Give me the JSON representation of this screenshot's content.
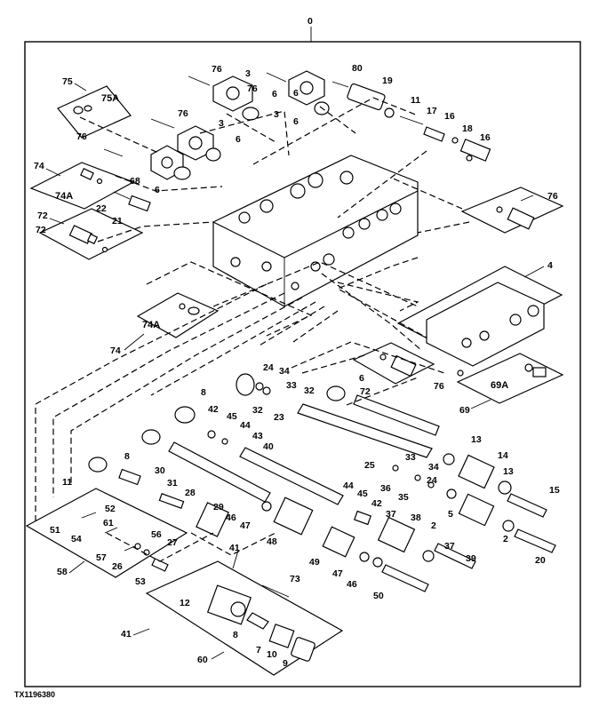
{
  "figure_ref": "TX1196380",
  "assembly_label": "0",
  "callouts": {
    "c0": "0",
    "c2a": "2",
    "c2b": "2",
    "c3a": "3",
    "c3b": "3",
    "c3c": "3",
    "c4": "4",
    "c5": "5",
    "c6a": "6",
    "c6b": "6",
    "c6c": "6",
    "c6d": "6",
    "c6e": "6",
    "c6f": "6",
    "c7": "7",
    "c8a": "8",
    "c8b": "8",
    "c8c": "8",
    "c9": "9",
    "c10": "10",
    "c11a": "11",
    "c11b": "11",
    "c12": "12",
    "c13a": "13",
    "c13b": "13",
    "c14": "14",
    "c15": "15",
    "c16a": "16",
    "c16b": "16",
    "c17": "17",
    "c18": "18",
    "c19": "19",
    "c20": "20",
    "c21": "21",
    "c22": "22",
    "c23": "23",
    "c24a": "24",
    "c24b": "24",
    "c25": "25",
    "c26": "26",
    "c27": "27",
    "c28": "28",
    "c29": "29",
    "c30": "30",
    "c31": "31",
    "c32a": "32",
    "c32b": "32",
    "c33a": "33",
    "c33b": "33",
    "c34a": "34",
    "c34b": "34",
    "c35": "35",
    "c36": "36",
    "c37a": "37",
    "c37b": "37",
    "c38": "38",
    "c39": "39",
    "c40": "40",
    "c41a": "41",
    "c41b": "41",
    "c42a": "42",
    "c42b": "42",
    "c43": "43",
    "c44a": "44",
    "c44b": "44",
    "c45a": "45",
    "c45b": "45",
    "c46a": "46",
    "c46b": "46",
    "c47a": "47",
    "c47b": "47",
    "c48": "48",
    "c49": "49",
    "c50": "50",
    "c51": "51",
    "c52": "52",
    "c53": "53",
    "c54": "54",
    "c56": "56",
    "c57": "57",
    "c58": "58",
    "c60": "60",
    "c61": "61",
    "c68": "68",
    "c69": "69",
    "c72a": "72",
    "c72b": "72",
    "c72c": "72",
    "c73": "73",
    "c74a": "74",
    "c74b": "74",
    "c75": "75",
    "c76a": "76",
    "c76b": "76",
    "c76c": "76",
    "c76d": "76",
    "c76e": "76",
    "c76f": "76",
    "c80": "80"
  },
  "boxed_labels": {
    "b75A": "75A",
    "b74Aa": "74A",
    "b74Ab": "74A",
    "b69A": "69A"
  }
}
